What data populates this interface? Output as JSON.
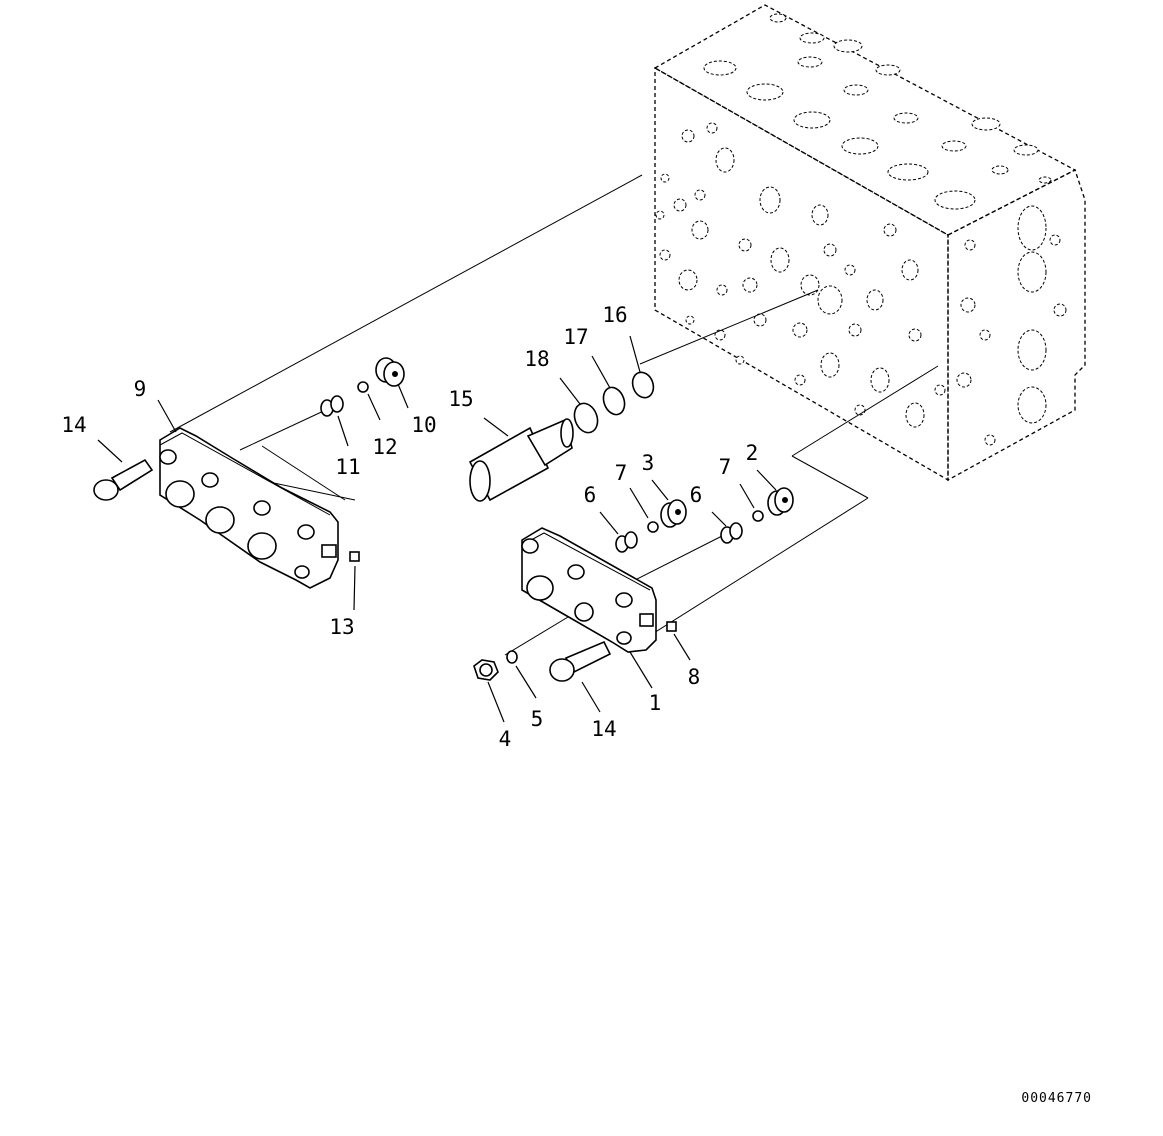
{
  "labels": [
    {
      "id": "p1",
      "text": "1"
    },
    {
      "id": "p2",
      "text": "2"
    },
    {
      "id": "p3",
      "text": "3"
    },
    {
      "id": "p4",
      "text": "4"
    },
    {
      "id": "p5",
      "text": "5"
    },
    {
      "id": "p6a",
      "text": "6"
    },
    {
      "id": "p6b",
      "text": "6"
    },
    {
      "id": "p7a",
      "text": "7"
    },
    {
      "id": "p7b",
      "text": "7"
    },
    {
      "id": "p8",
      "text": "8"
    },
    {
      "id": "p9",
      "text": "9"
    },
    {
      "id": "p10",
      "text": "10"
    },
    {
      "id": "p11",
      "text": "11"
    },
    {
      "id": "p12",
      "text": "12"
    },
    {
      "id": "p13",
      "text": "13"
    },
    {
      "id": "p14a",
      "text": "14"
    },
    {
      "id": "p14b",
      "text": "14"
    },
    {
      "id": "p15",
      "text": "15"
    },
    {
      "id": "p16",
      "text": "16"
    },
    {
      "id": "p17",
      "text": "17"
    },
    {
      "id": "p18",
      "text": "18"
    }
  ],
  "document_number": "00046770"
}
